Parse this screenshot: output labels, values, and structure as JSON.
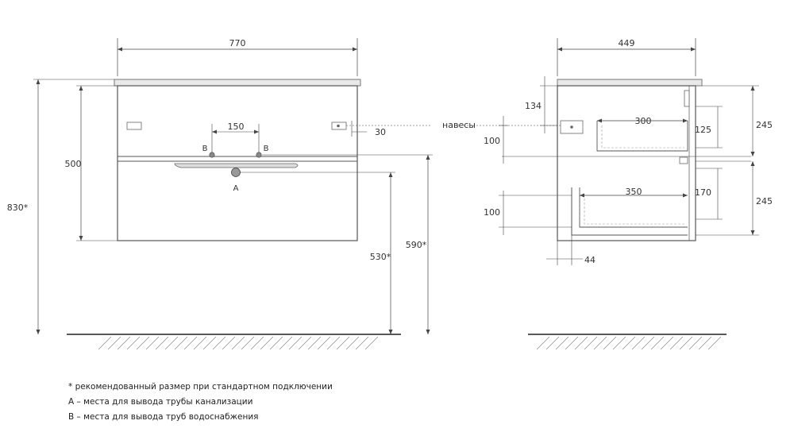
{
  "front_view": {
    "width": "770",
    "drawer_height": "500",
    "total_height": "830*",
    "pipe_spacing": "150",
    "hanger_offset": "30",
    "marker_b_left": "B",
    "marker_b_right": "B",
    "marker_a": "A",
    "drain_height": "530*",
    "supply_height": "590*"
  },
  "side_view": {
    "depth": "449",
    "hanger_label": "навесы",
    "hanger_height": "134",
    "upper_drawer_depth": "300",
    "upper_drawer_inner": "125",
    "upper_drawer_offset": "100",
    "upper_section": "245",
    "lower_drawer_depth": "350",
    "lower_drawer_inner": "170",
    "lower_drawer_offset": "100",
    "lower_section": "245",
    "wall_gap": "44"
  },
  "notes": [
    "* рекомендованный размер при стандартном подключении",
    "А – места для вывода трубы канализации",
    "В – места для вывода труб водоснабжения"
  ]
}
